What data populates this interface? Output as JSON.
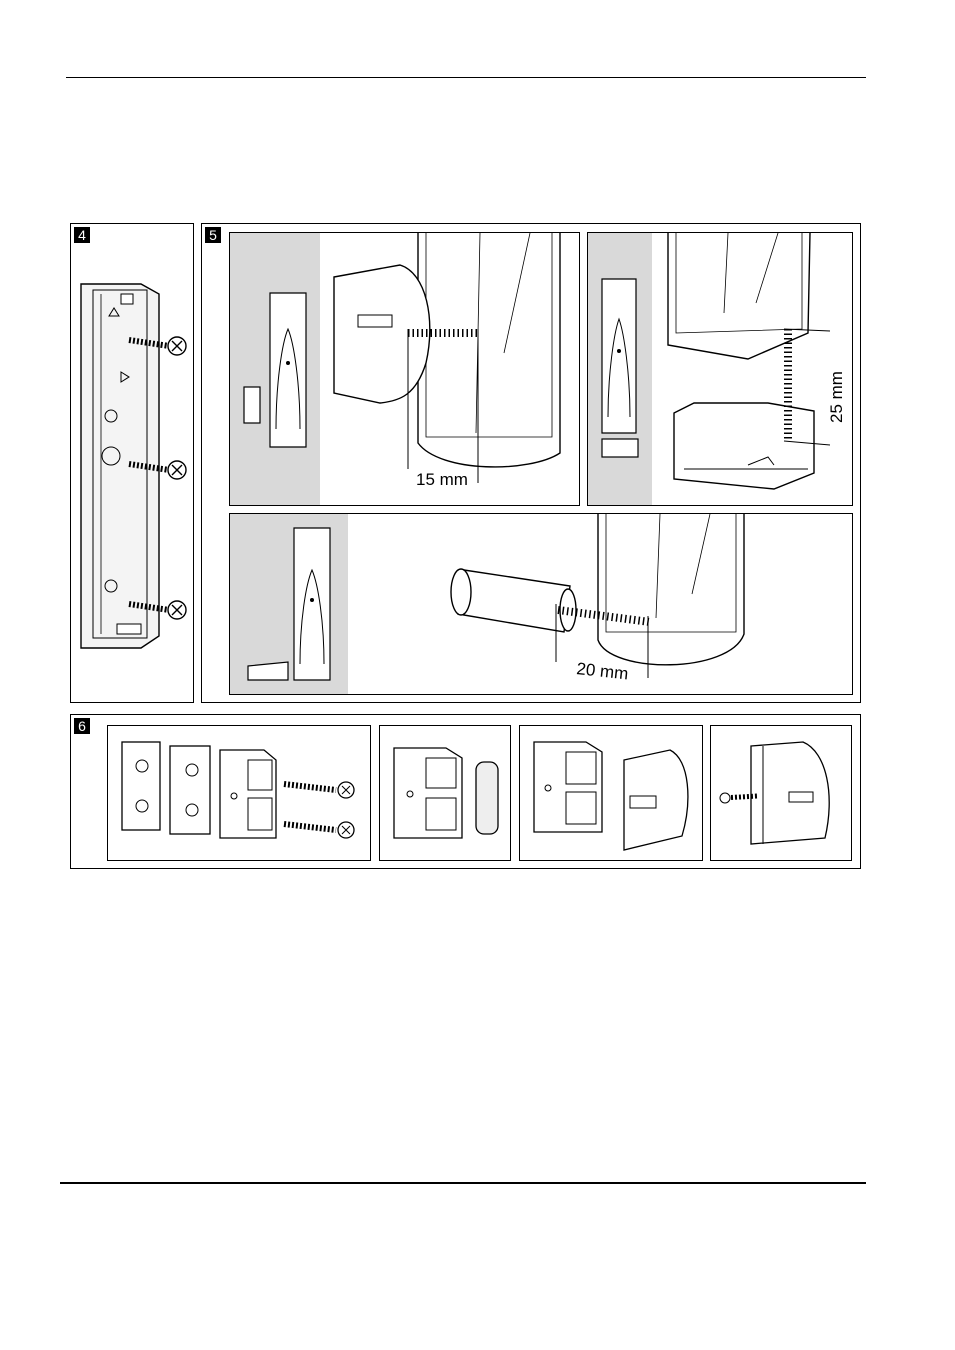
{
  "figures": {
    "fig4": {
      "number": "4"
    },
    "fig5": {
      "number": "5",
      "measure_a": "15 mm",
      "measure_b": "25 mm",
      "measure_c": "20 mm"
    },
    "fig6": {
      "number": "6"
    }
  }
}
